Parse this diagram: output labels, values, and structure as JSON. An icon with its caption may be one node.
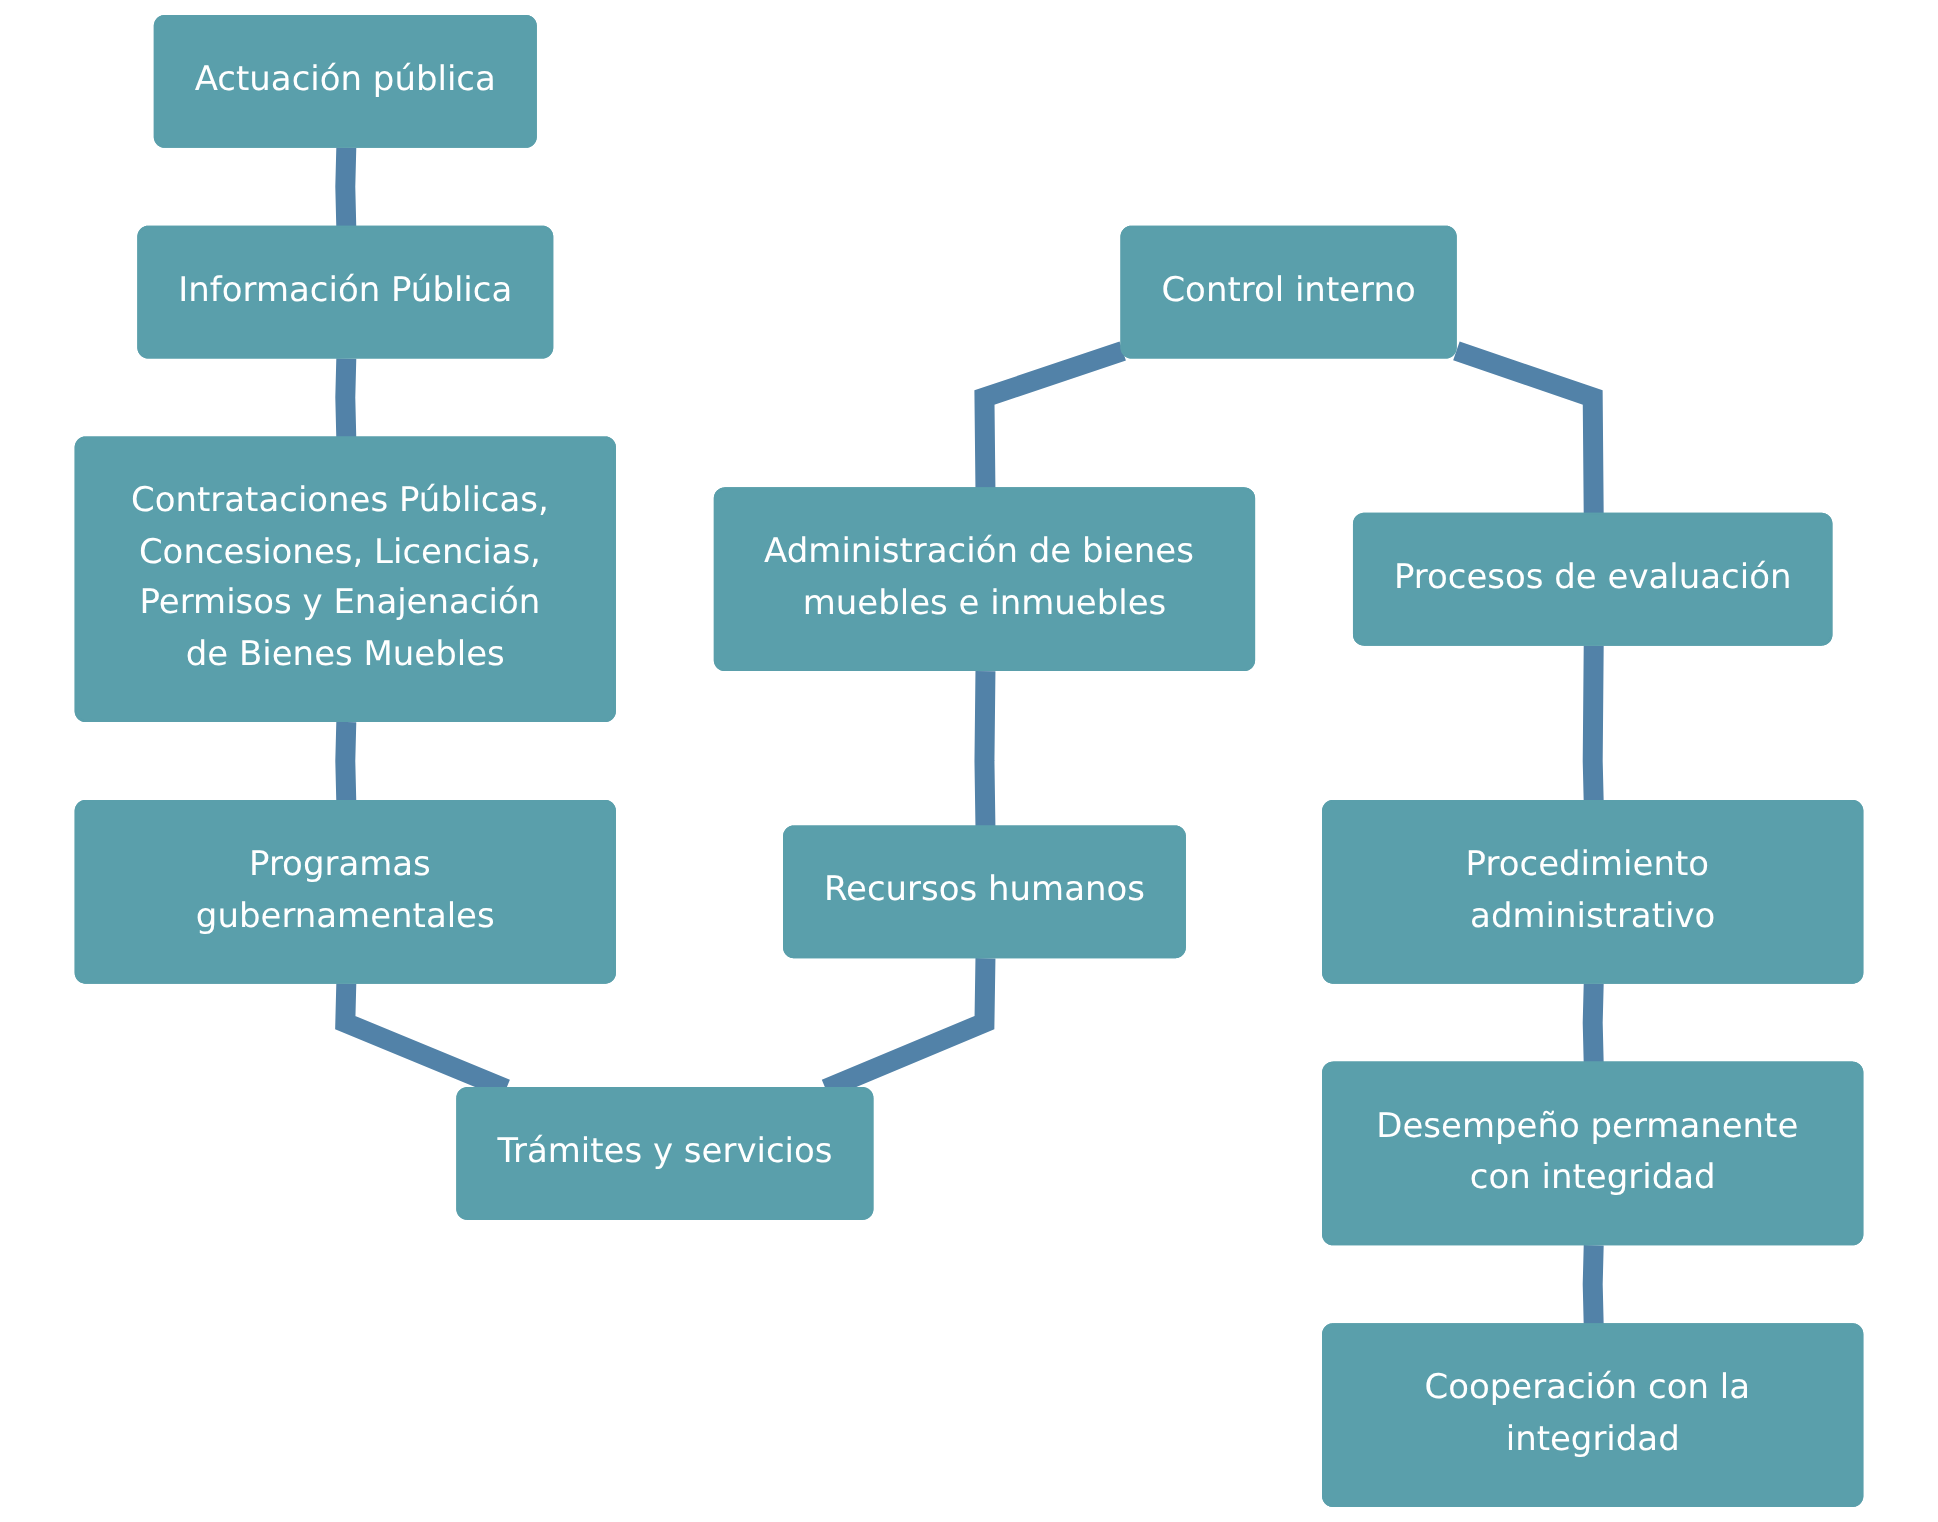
{
  "diagram": {
    "nodes": [
      {
        "text": [
          "Actuación pública"
        ]
      },
      {
        "text": [
          "Información Pública"
        ]
      },
      {
        "text": [
          "Contrataciones Públicas, Concesiones, Licencias, Permisos y Enajenación de Bienes Muebles"
        ]
      },
      {
        "text": [
          "Programas gubernamentales"
        ]
      },
      {
        "text": [
          "Control interno"
        ]
      },
      {
        "text": [
          "Administración de bienes muebles e inmuebles"
        ]
      },
      {
        "text": [
          "Recursos humanos"
        ]
      },
      {
        "text": [
          "Trámites y servicios"
        ]
      },
      {
        "text": [
          "Procesos de evaluación"
        ]
      },
      {
        "text": [
          "Procedimiento administrativo"
        ]
      },
      {
        "text": [
          "Desempeño permanente con integridad"
        ]
      },
      {
        "text": [
          "Cooperación con la integridad"
        ]
      }
    ],
    "edges": [
      {
        "from": 0,
        "to": 1,
        "arrow": "none"
      },
      {
        "from": 1,
        "to": 2,
        "arrow": "none"
      },
      {
        "from": 2,
        "to": 3,
        "arrow": "none"
      },
      {
        "from": 3,
        "to": 7,
        "arrow": "none"
      },
      {
        "from": 4,
        "to": 5,
        "arrow": "none"
      },
      {
        "from": 5,
        "to": 6,
        "arrow": "none"
      },
      {
        "from": 6,
        "to": 7,
        "arrow": "none"
      },
      {
        "from": 4,
        "to": 8,
        "arrow": "none"
      },
      {
        "from": 8,
        "to": 9,
        "arrow": "none"
      },
      {
        "from": 9,
        "to": 10,
        "arrow": "none"
      },
      {
        "from": 10,
        "to": 11,
        "arrow": "none"
      }
    ]
  }
}
